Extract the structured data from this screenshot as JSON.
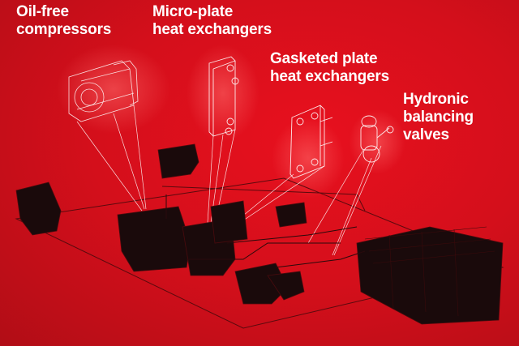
{
  "labels": {
    "compressors": {
      "line1": "Oil-free",
      "line2": "compressors"
    },
    "micro_plate": {
      "line1": "Micro-plate",
      "line2": "heat exchangers"
    },
    "gasketed": {
      "line1": "Gasketed plate",
      "line2": "heat exchangers"
    },
    "valves": {
      "line1": "Hydronic",
      "line2": "balancing",
      "line3": "valves"
    }
  },
  "colors": {
    "background": "#d40f1b",
    "machinery": "#1a0a0b",
    "wireframe": "#ffffff"
  }
}
